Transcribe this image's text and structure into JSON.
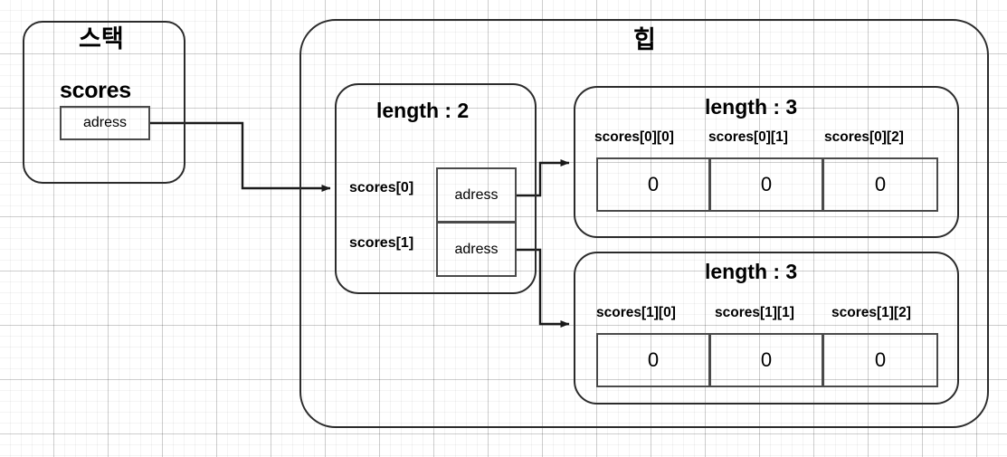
{
  "diagram": {
    "stack": {
      "title": "스택",
      "variable_label": "scores",
      "pointer_value": "adress"
    },
    "heap": {
      "title": "힙",
      "outer_array": {
        "length_label": "length : 2",
        "entries": [
          {
            "index_label": "scores[0]",
            "value": "adress"
          },
          {
            "index_label": "scores[1]",
            "value": "adress"
          }
        ]
      },
      "inner_arrays": [
        {
          "length_label": "length : 3",
          "headers": [
            "scores[0][0]",
            "scores[0][1]",
            "scores[0][2]"
          ],
          "values": [
            "0",
            "0",
            "0"
          ]
        },
        {
          "length_label": "length : 3",
          "headers": [
            "scores[1][0]",
            "scores[1][1]",
            "scores[1][2]"
          ],
          "values": [
            "0",
            "0",
            "0"
          ]
        }
      ]
    },
    "colors": {
      "stroke": "#2b2b2b",
      "cell_stroke": "#4a4a4a",
      "background": "#ffffff",
      "grid_major": "#d0d0d0",
      "grid_minor": "#f0f0f0"
    }
  }
}
